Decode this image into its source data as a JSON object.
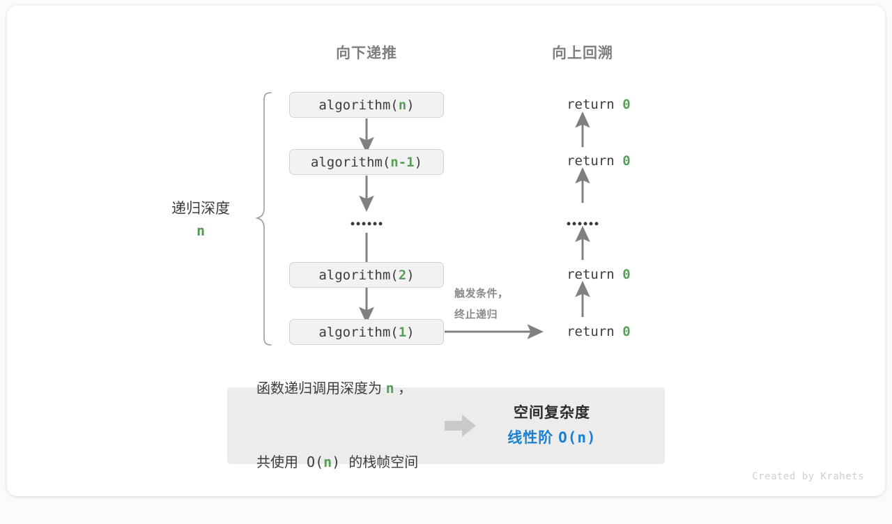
{
  "headings": {
    "down": "向下递推",
    "up": "向上回溯"
  },
  "depth": {
    "label": "递归深度",
    "value": "n"
  },
  "call_stack": [
    {
      "prefix": "algorithm(",
      "arg": "n",
      "suffix": ")"
    },
    {
      "prefix": "algorithm(",
      "arg": "n-1",
      "suffix": ")"
    },
    {
      "ellipsis": true
    },
    {
      "prefix": "algorithm(",
      "arg": "2",
      "suffix": ")"
    },
    {
      "prefix": "algorithm(",
      "arg": "1",
      "suffix": ")"
    }
  ],
  "returns": [
    {
      "text": "return ",
      "value": "0"
    },
    {
      "text": "return ",
      "value": "0"
    },
    {
      "ellipsis": true
    },
    {
      "text": "return ",
      "value": "0"
    },
    {
      "text": "return ",
      "value": "0"
    }
  ],
  "note": {
    "line1": "触发条件，",
    "line2": "终止递归"
  },
  "summary": {
    "left_line1_a": "函数递归调用深度为 ",
    "left_line1_n": "n",
    "left_line1_b": " ，",
    "left_line2_a": "共使用 O(",
    "left_line2_n": "n",
    "left_line2_b": ") 的栈帧空间",
    "title": "空间复杂度",
    "value": "线性阶 ",
    "value_mono": "O(n)"
  },
  "credit": "Created by Krahets",
  "colors": {
    "green": "#56a056",
    "blue": "#1a81d2",
    "gray_heading": "#7f7f7f",
    "box_fill": "#f2f2f2",
    "box_border": "#d2d2d2",
    "panel_fill": "#ececec",
    "arrow": "#808080"
  }
}
